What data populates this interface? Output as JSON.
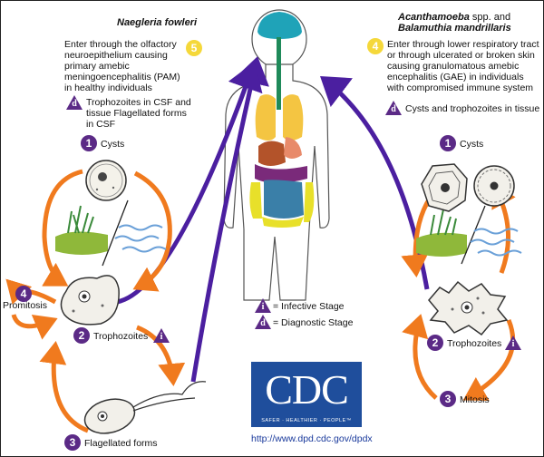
{
  "left": {
    "title": "Naegleria fowleri",
    "entry_step": "5",
    "entry_text": "Enter through the olfactory neuroepithelium causing primary amebic meningoencephalitis (PAM) in healthy individuals",
    "diag_badge": "d",
    "diag_text": "Trophozoites in CSF and tissue Flagellated forms in CSF",
    "cysts": {
      "step": "1",
      "label": "Cysts"
    },
    "trophozoites": {
      "step": "2",
      "label": "Trophozoites",
      "badge": "i"
    },
    "flagellated": {
      "step": "3",
      "label": "Flagellated forms"
    },
    "promitosis": {
      "step": "4",
      "label": "Promitosis"
    }
  },
  "right": {
    "title_italic_1": "Acanthamoeba",
    "title_rest_1": " spp. and",
    "title_italic_2": "Balamuthia mandrillaris",
    "entry_step": "4",
    "entry_text": "Enter through lower respiratory tract or through ulcerated or broken skin causing granulomatous amebic encephalitis (GAE) in individuals with compromised immune system",
    "diag_badge": "d",
    "diag_text": "Cysts and trophozoites in tissue",
    "cysts": {
      "step": "1",
      "label": "Cysts"
    },
    "trophozoites": {
      "step": "2",
      "label": "Trophozoites",
      "badge": "i"
    },
    "mitosis": {
      "step": "3",
      "label": "Mitosis"
    }
  },
  "legend": {
    "infective_badge": "i",
    "infective_label": "= Infective Stage",
    "diagnostic_badge": "d",
    "diagnostic_label": "= Diagnostic Stage"
  },
  "logo": {
    "text": "CDC",
    "tagline": "SAFER · HEALTHIER · PEOPLE™"
  },
  "url": "http://www.dpd.cdc.gov/dpdx",
  "colors": {
    "purple": "#5b2a86",
    "orange": "#f07a1e",
    "yellow": "#f5d83a",
    "cdc_blue": "#1f4e9c"
  }
}
